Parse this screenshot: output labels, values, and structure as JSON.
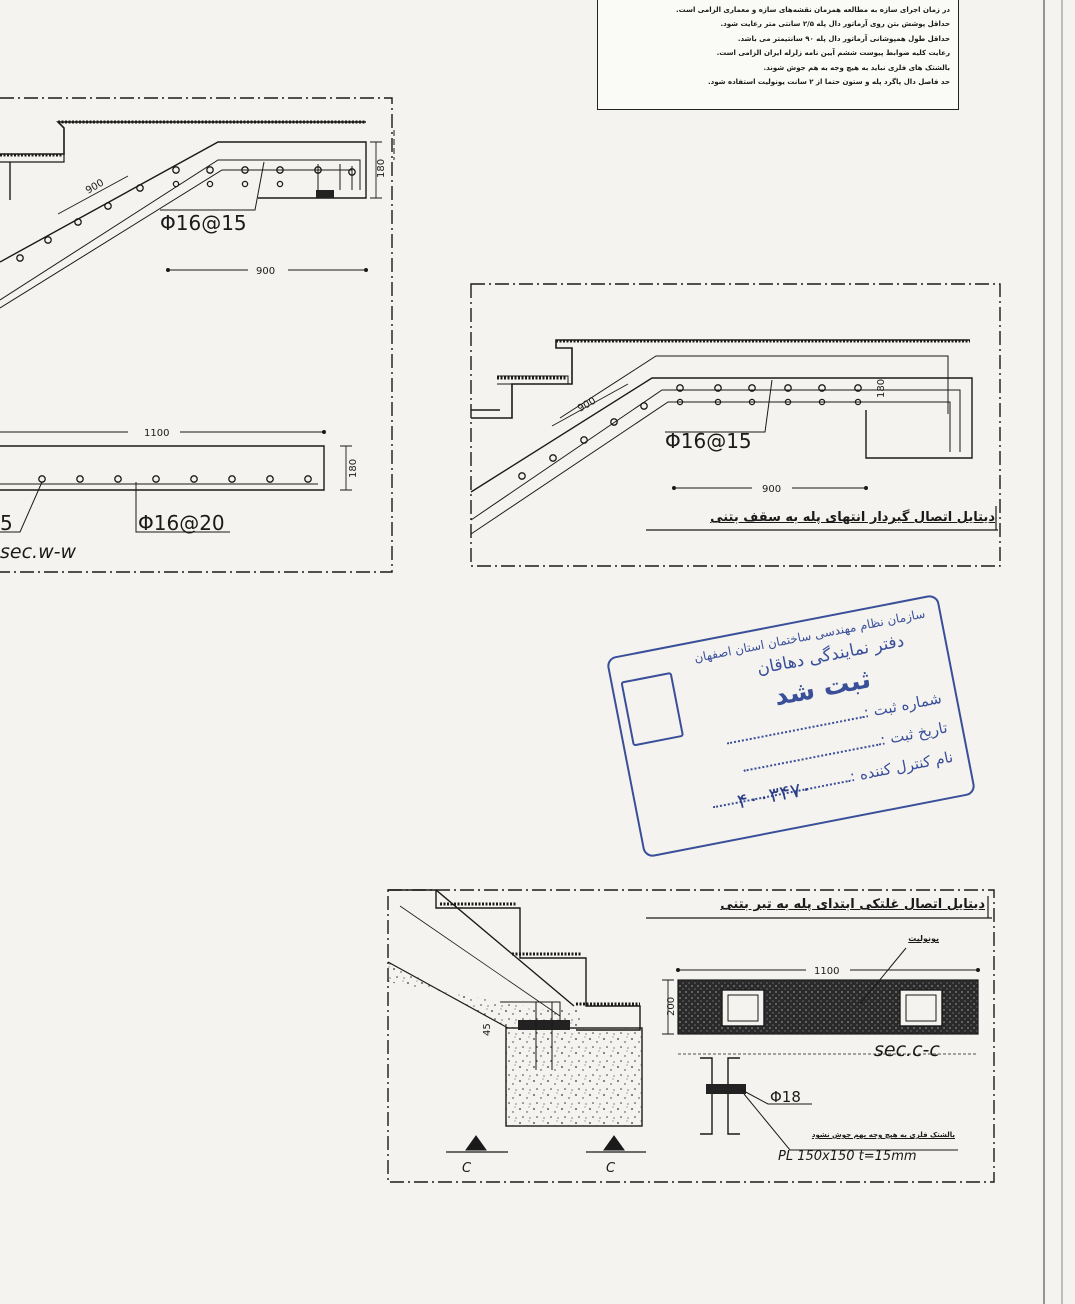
{
  "notes": {
    "lines": [
      "در زمان اجرای سازه به مطالعه همزمان نقشه‌های سازه و معماری الزامی است.",
      "حداقل پوشش بتن روی آرماتور دال پله ۲/۵ سانتی متر رعایت شود.",
      "حداقل طول همپوشانی آرماتور دال پله ۹۰ سانتیمتر می باشد.",
      "رعایت کلیه ضوابط پیوست ششم آیین نامه زلزله ایران الزامی است.",
      "بالشتک های فلزی نباید به هیچ وجه به هم جوش شوند.",
      "حد فاصل دال پاگرد پله و ستون حتما از ۲ سانت یونولیت استفاده شود."
    ]
  },
  "detail_left": {
    "rebar_label": "Φ16@15",
    "dim_diag": "900",
    "dim_horiz": "900",
    "dim_height": "180",
    "section": {
      "dim_length": "1100",
      "dim_height": "180",
      "rebar_left": "5",
      "rebar_right": "Φ16@20",
      "label": "sec.w-w"
    }
  },
  "detail_top": {
    "title": "دیتایل اتصال گیردار انتهای پله به سقف بتنی",
    "rebar_label": "Φ16@15",
    "dim_diag": "900",
    "dim_horiz": "900",
    "dim_height": "180"
  },
  "detail_bottom": {
    "title": "دیتایل اتصال غلتکی ابتدای پله به تیر بتنی",
    "label_45": "45",
    "insulation_label": "یونولیت",
    "dim_length": "1100",
    "dim_height": "200",
    "section_label": "sec.c-c",
    "rebar_label": "Φ18",
    "pad_note": "بالشتک فلزی به هیچ وجه بهم جوش نشود",
    "plate_label": "PL  150x150  t=15mm",
    "cut_label": "C"
  },
  "stamp": {
    "org": "سازمان نظام مهندسی ساختمان استان اصفهان",
    "office": "دفتر نمایندگی دهاقان",
    "status": "ثبت شد",
    "reg_number": "شماره ثبت :",
    "reg_date": "تاریخ ثبت :",
    "controller": "نام کنترل کننده :",
    "handwritten": "۴۰۰۳۴۷۰"
  },
  "colors": {
    "ink": "#1a1a1a",
    "paper": "#f4f3ef",
    "stamp": "#3a4f9a"
  }
}
